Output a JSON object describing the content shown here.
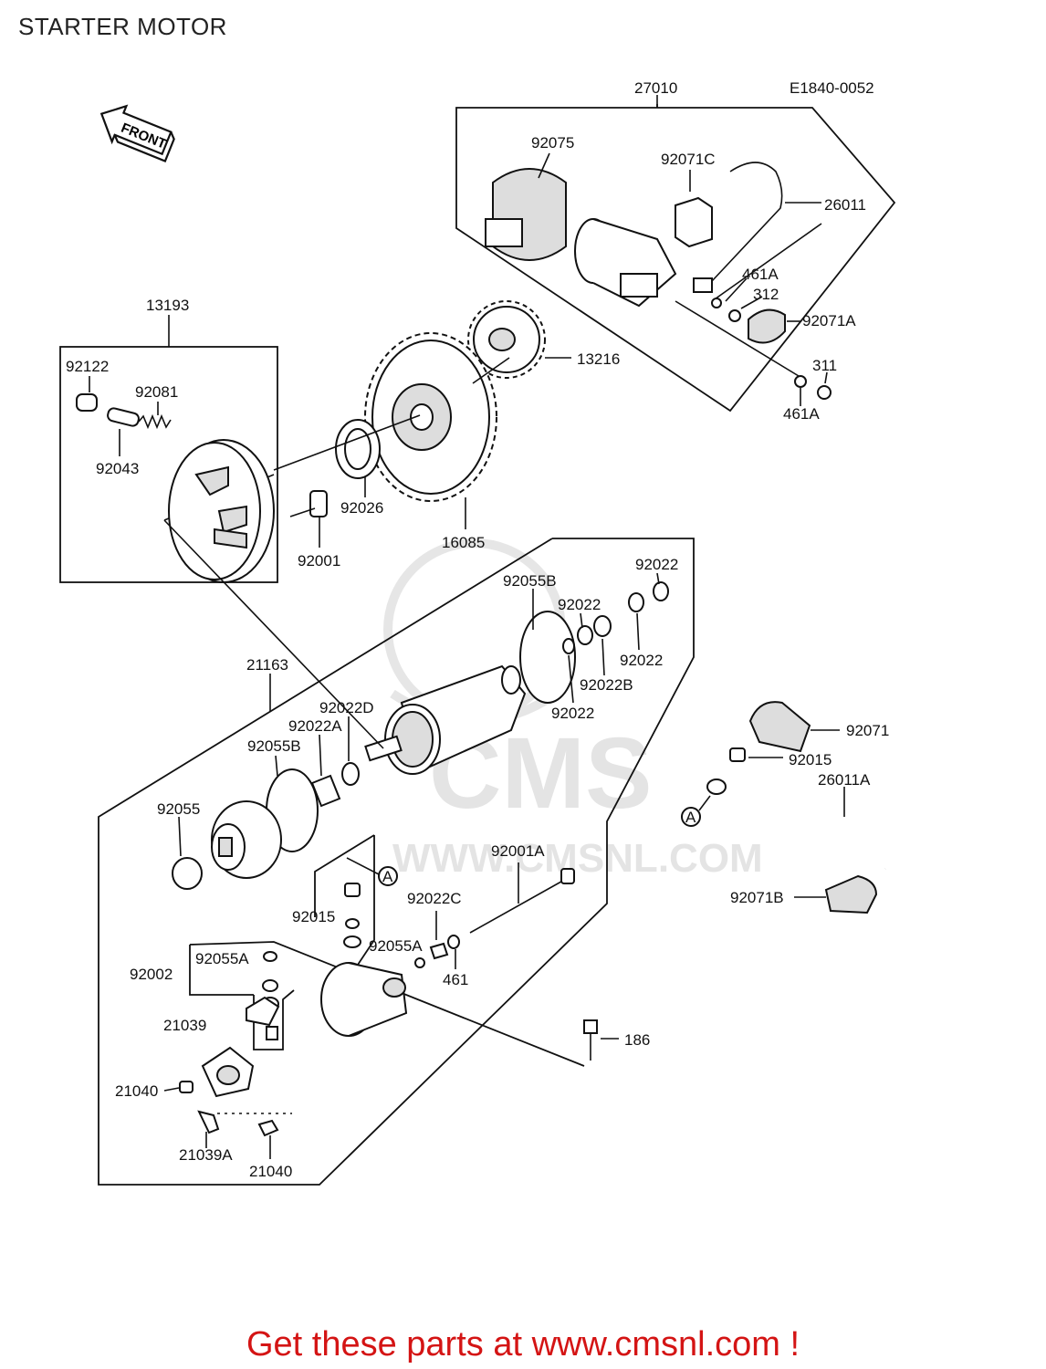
{
  "title": "STARTER MOTOR",
  "drawing_code": "E1840-0052",
  "direction_label": "FRONT",
  "watermark": {
    "logo": "CMS",
    "url": "WWW.CMSNL.COM"
  },
  "footer": "Get these parts at www.cmsnl.com !",
  "callout_ref": "A",
  "part_labels": {
    "p27010": "27010",
    "p92075": "92075",
    "p92071C": "92071C",
    "p26011": "26011",
    "p461A_a": "461A",
    "p312": "312",
    "p92071A": "92071A",
    "p311": "311",
    "p461A_b": "461A",
    "p13216": "13216",
    "p13193": "13193",
    "p92122": "92122",
    "p92081": "92081",
    "p92043": "92043",
    "p92026": "92026",
    "p16085": "16085",
    "p92001": "92001",
    "p92022_a": "92022",
    "p92055B_a": "92055B",
    "p92022_b": "92022",
    "p92022_c": "92022",
    "p92022B": "92022B",
    "p92022_d": "92022",
    "p21163": "21163",
    "p92022D": "92022D",
    "p92022A": "92022A",
    "p92055B_b": "92055B",
    "p92055": "92055",
    "p92071": "92071",
    "p92015_a": "92015",
    "p26011A": "26011A",
    "p92001A": "92001A",
    "p92015_b": "92015",
    "p92022C": "92022C",
    "p92071B": "92071B",
    "p92002": "92002",
    "p92055A_a": "92055A",
    "p92055A_b": "92055A",
    "p461": "461",
    "p21039": "21039",
    "p186": "186",
    "p21040_a": "21040",
    "p21039A": "21039A",
    "p21040_b": "21040"
  }
}
